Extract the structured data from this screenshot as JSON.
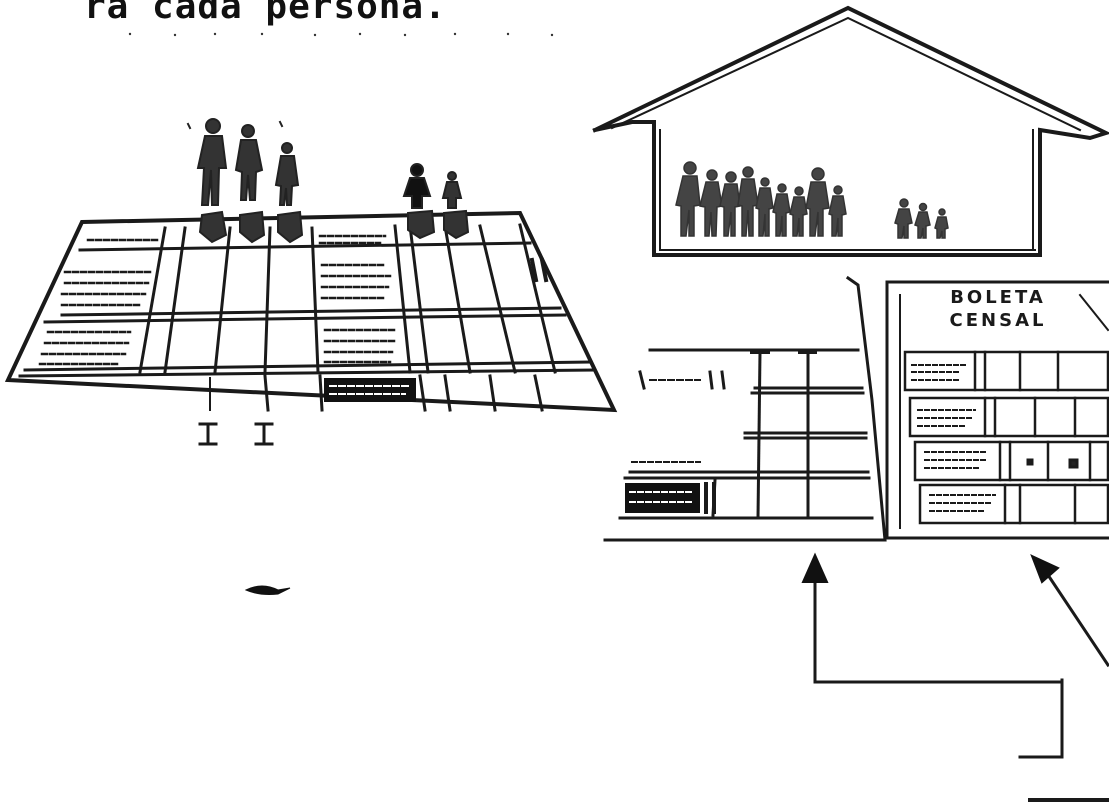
{
  "caption": "ra cada persona.",
  "form_title_line1": "BOLETA",
  "form_title_line2": "CENSAL"
}
